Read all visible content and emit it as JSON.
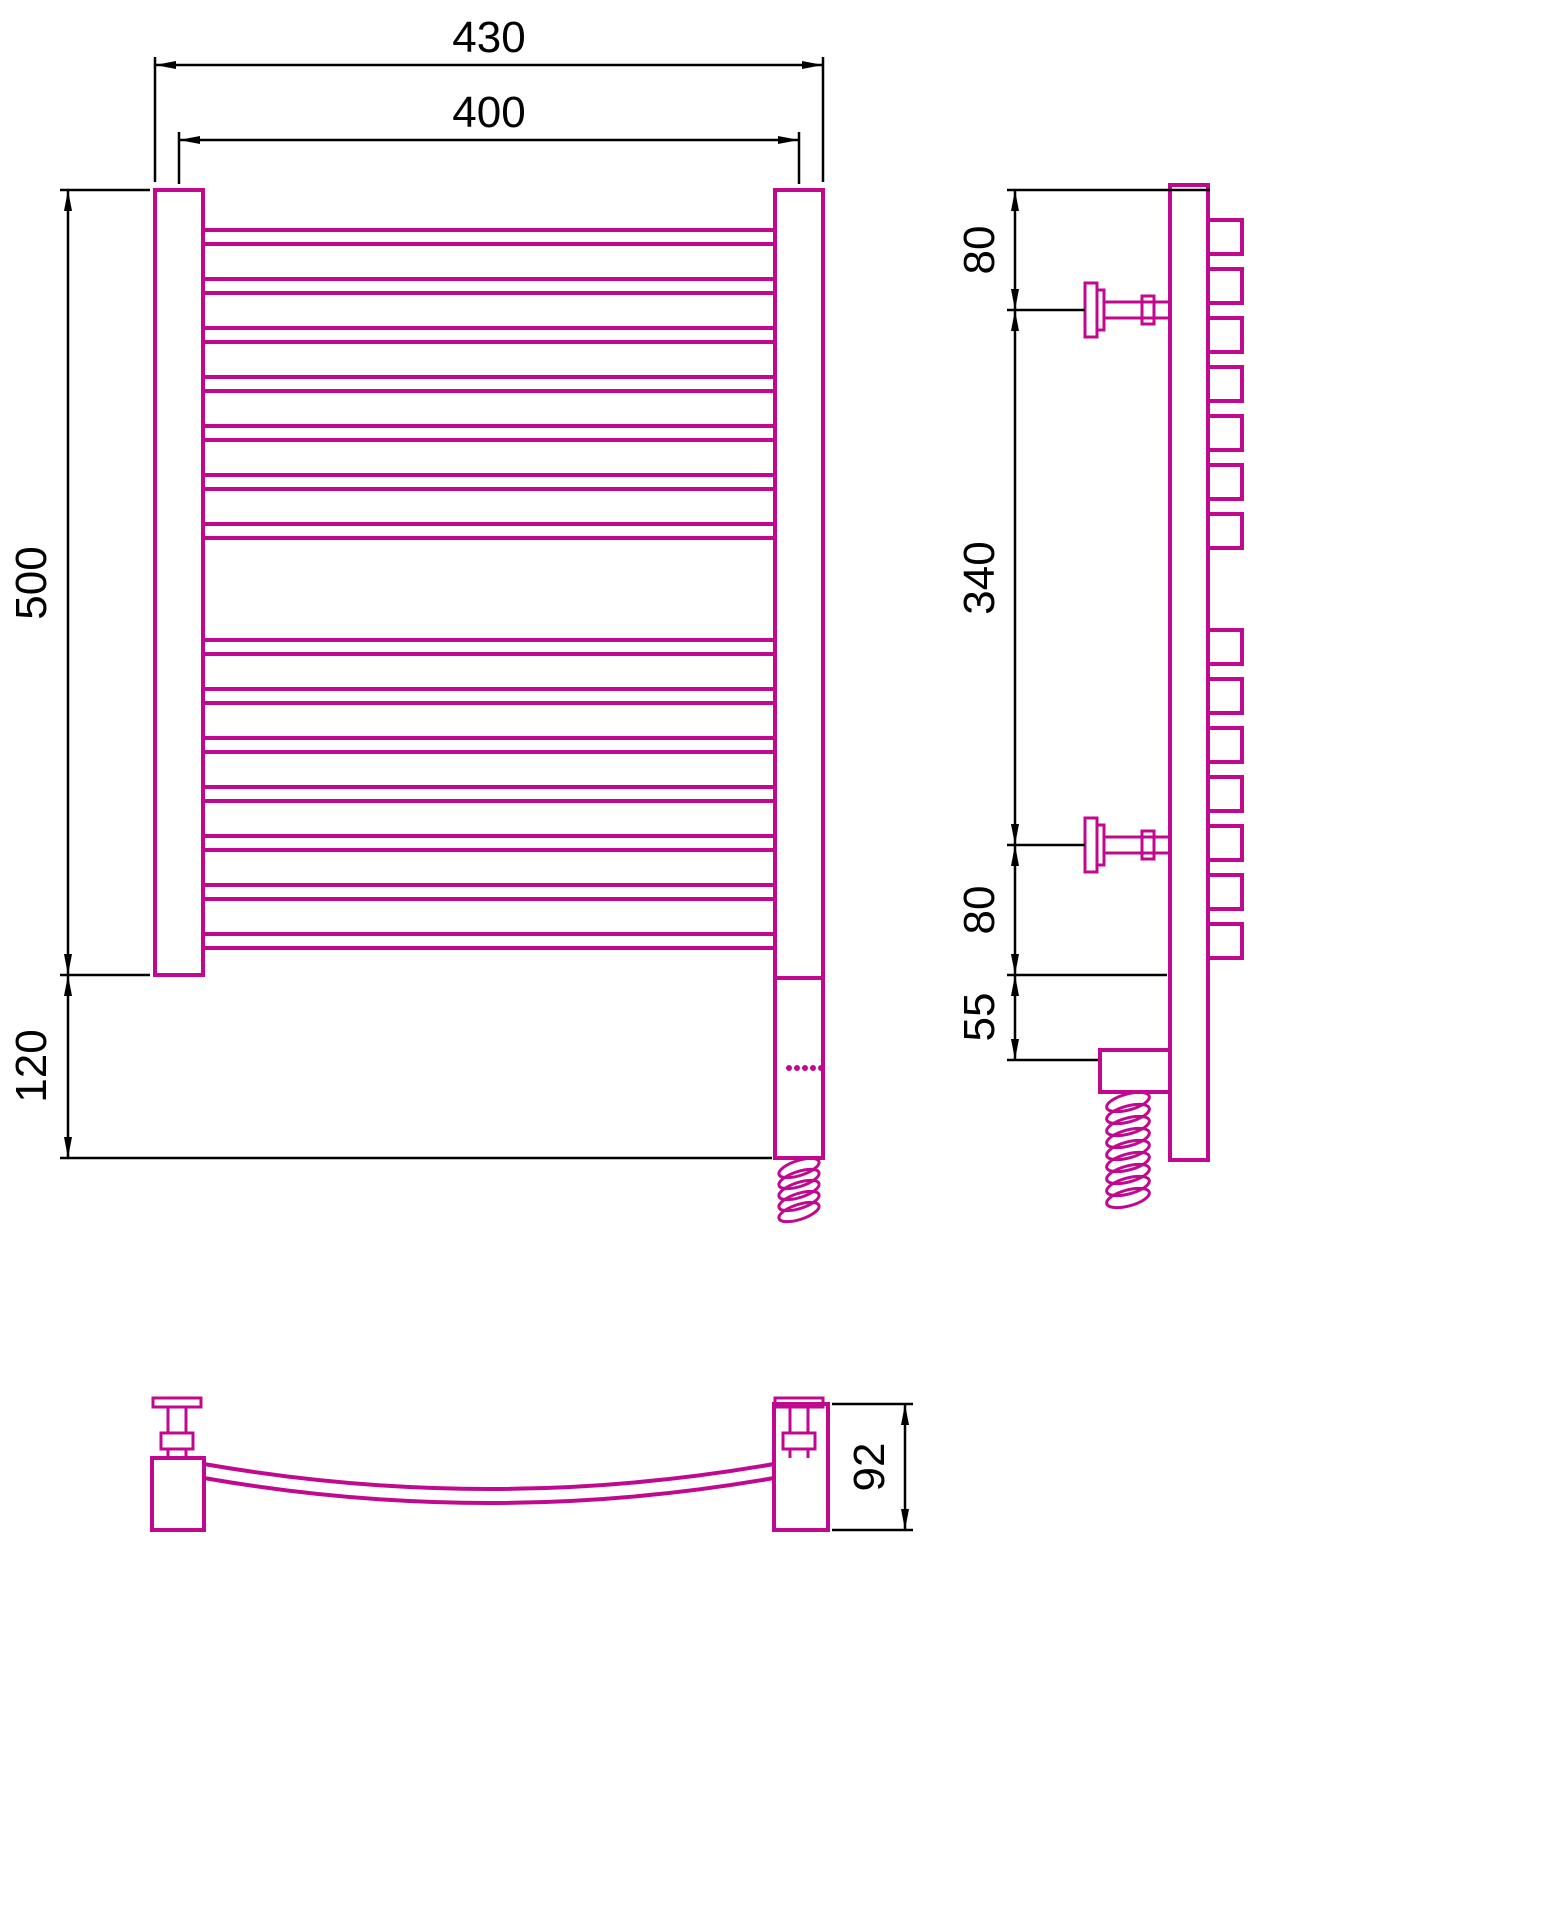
{
  "colors": {
    "part": "#c0098f",
    "dim": "#000000"
  },
  "views": {
    "front": {
      "dims": {
        "overall_width": "430",
        "rail_width": "400",
        "rail_height": "500",
        "housing_height": "120"
      }
    },
    "side": {
      "dims": {
        "top_offset": "80",
        "bracket_span": "340",
        "bottom_offset": "80",
        "housing_offset": "55"
      }
    },
    "bottom": {
      "dims": {
        "depth": "92"
      }
    }
  }
}
